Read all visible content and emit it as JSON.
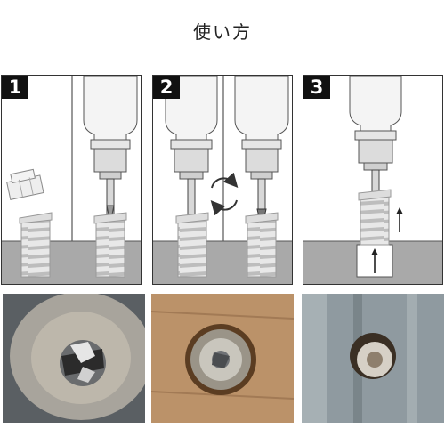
{
  "page": {
    "title": "使い方"
  },
  "steps": [
    {
      "number": "1"
    },
    {
      "number": "2"
    },
    {
      "number": "3"
    }
  ],
  "colors": {
    "ground": "#a9a9a9",
    "badge": "#111111",
    "wood": "#b48a62",
    "metal": "#8f9aa0"
  },
  "icons": [
    "drill-chuck-icon",
    "rotate-arrows-icon",
    "up-arrow-icon"
  ]
}
